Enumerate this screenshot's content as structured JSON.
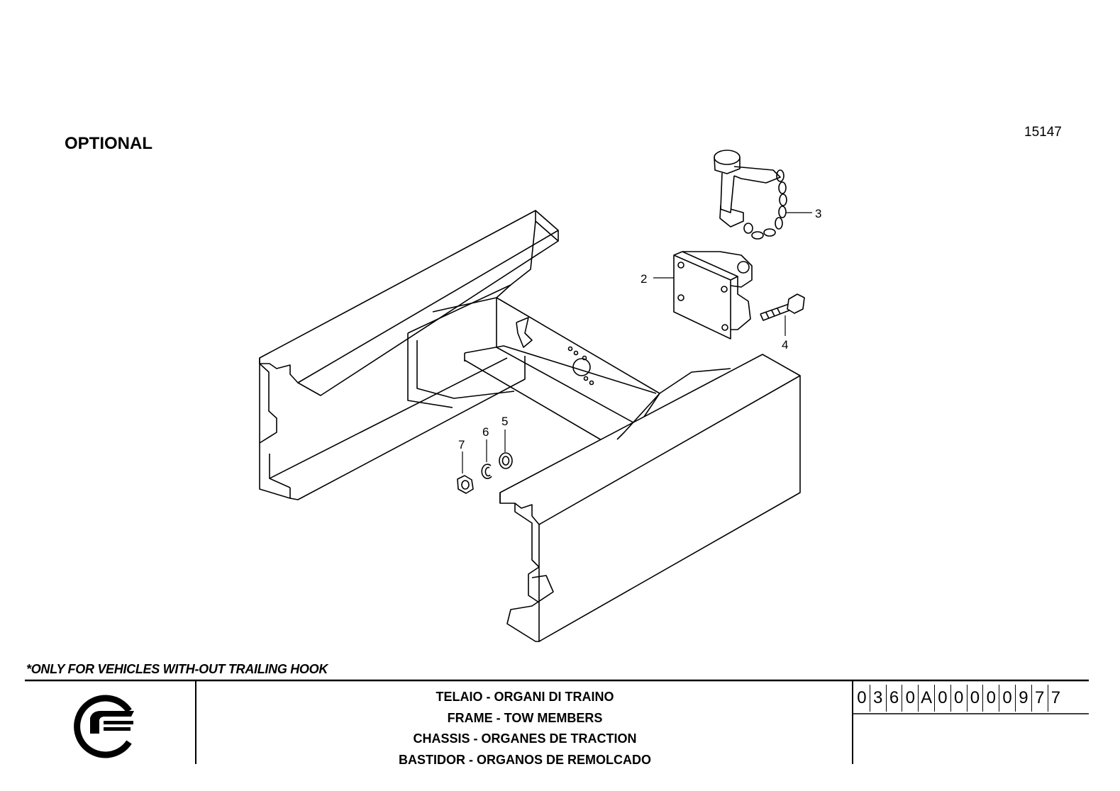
{
  "header": {
    "optional_label": "OPTIONAL",
    "drawing_number": "15147"
  },
  "callouts": [
    {
      "id": "2",
      "label": "2"
    },
    {
      "id": "3",
      "label": "3"
    },
    {
      "id": "4",
      "label": "4"
    },
    {
      "id": "5",
      "label": "5"
    },
    {
      "id": "6",
      "label": "6"
    },
    {
      "id": "7",
      "label": "7"
    }
  ],
  "note": "*ONLY FOR VEHICLES WITH-OUT TRAILING HOOK",
  "title_block": {
    "titles": [
      "TELAIO - ORGANI DI TRAINO",
      "FRAME - TOW MEMBERS",
      "CHASSIS - ORGANES DE TRACTION",
      "BASTIDOR - ORGANOS DE REMOLCADO"
    ],
    "code_chars": [
      "0",
      "3",
      "6",
      "0",
      "A",
      "0",
      "0",
      "0",
      "0",
      "0",
      "9",
      "7",
      "7"
    ],
    "logo": "manufacturer-logo"
  }
}
